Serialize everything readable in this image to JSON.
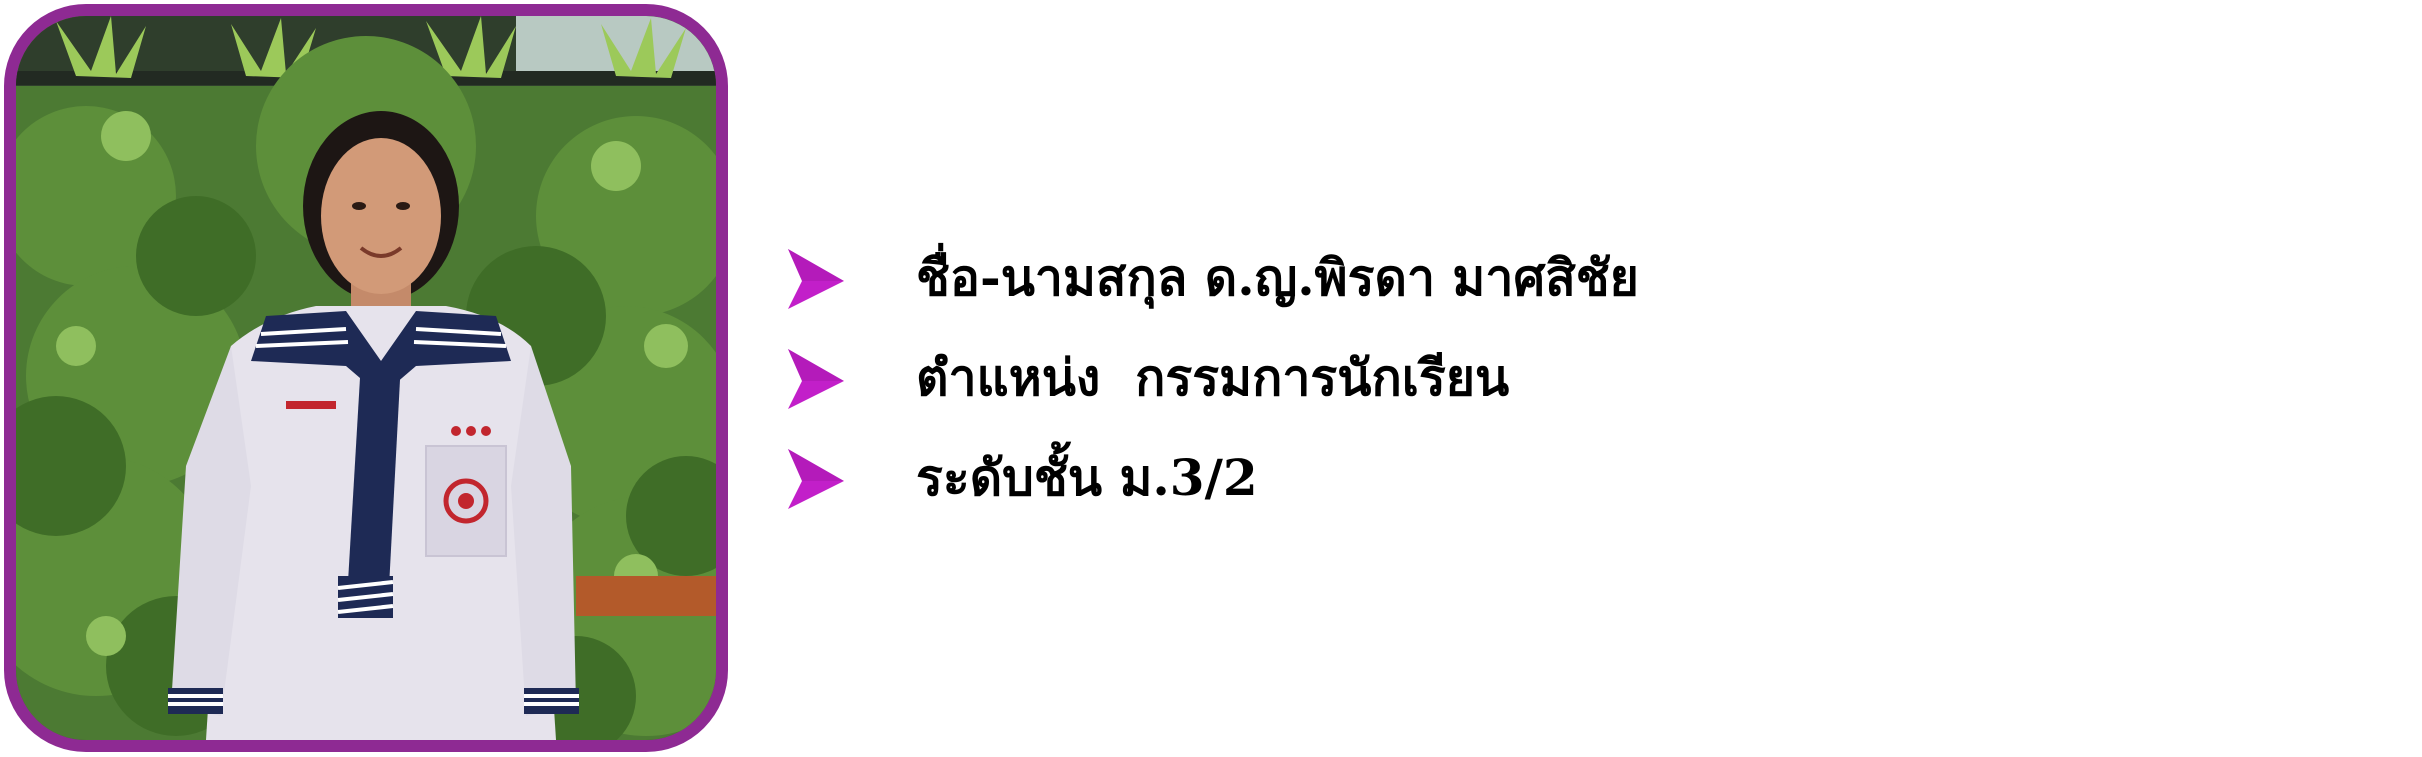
{
  "photo": {
    "icon": "student-portrait-photo",
    "frame_color": "#8e2a93"
  },
  "bullet": {
    "icon": "arrow-right-bullet-icon",
    "color": "#c21fc9"
  },
  "info": {
    "items": [
      {
        "text": "ชื่อ-นามสกุล ด.ญ.พิรดา มาศสิชัย"
      },
      {
        "text": "ตำแหน่ง  กรรมการนักเรียน"
      },
      {
        "text": "ระดับชั้น ม.3/2"
      }
    ]
  }
}
